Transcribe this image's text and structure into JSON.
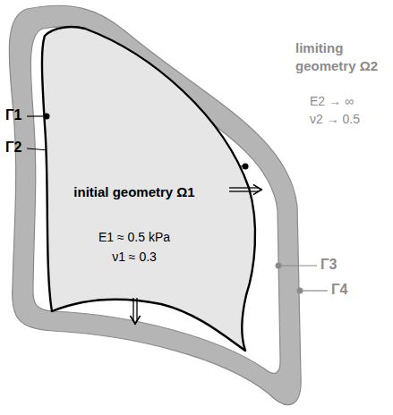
{
  "diagram": {
    "nodes": [
      {
        "text": [
          "initial geometry Ω1",
          "E1 ≈ 0.5 kPa",
          "ν1 ≈ 0.3"
        ]
      }
    ],
    "labels": [
      "Γ1",
      "Γ2",
      "limiting geometry Ω2",
      "E2 → ∞",
      "ν2 → 0.5",
      "Γ3",
      "Γ4"
    ]
  }
}
